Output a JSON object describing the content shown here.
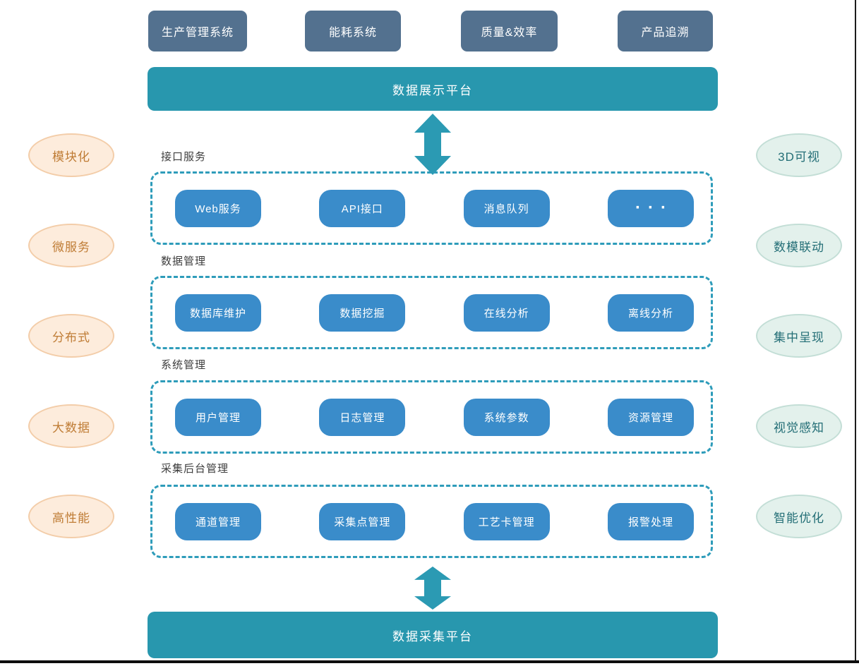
{
  "top_systems": [
    "生产管理系统",
    "能耗系统",
    "质量&效率",
    "产品追溯"
  ],
  "platforms": {
    "display": "数据展示平台",
    "collect": "数据采集平台"
  },
  "left_features": [
    "模块化",
    "微服务",
    "分布式",
    "大数据",
    "高性能"
  ],
  "right_features": [
    "3D可视",
    "数模联动",
    "集中呈现",
    "视觉感知",
    "智能优化"
  ],
  "sections": [
    {
      "label": "接口服务",
      "items": [
        "Web服务",
        "API接口",
        "消息队列",
        "···"
      ]
    },
    {
      "label": "数据管理",
      "items": [
        "数据库维护",
        "数据挖掘",
        "在线分析",
        "离线分析"
      ]
    },
    {
      "label": "系统管理",
      "items": [
        "用户管理",
        "日志管理",
        "系统参数",
        "资源管理"
      ]
    },
    {
      "label": "采集后台管理",
      "items": [
        "通道管理",
        "采集点管理",
        "工艺卡管理",
        "报警处理"
      ]
    }
  ],
  "colors": {
    "system_box": "#53718f",
    "platform_banner": "#2897ae",
    "module_pill": "#3a8cca",
    "dashed_border": "#2e9cba",
    "arrow": "#2b9ab3",
    "left_ellipse_fill": "#fdecdc",
    "left_ellipse_border": "#f3cda9",
    "left_ellipse_text": "#bf7c35",
    "right_ellipse_fill": "#e3f1ec",
    "right_ellipse_border": "#c3ded6",
    "right_ellipse_text": "#236e76"
  }
}
